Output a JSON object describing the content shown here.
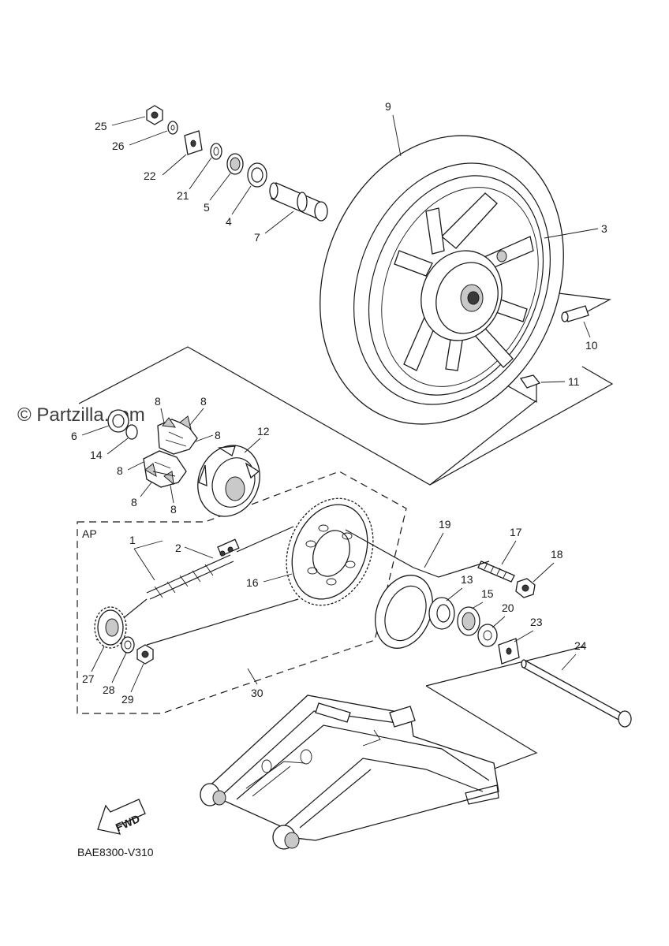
{
  "diagram": {
    "watermark": "© Partzilla.com",
    "part_code": "BAE8300-V310",
    "assembly_label": "AP",
    "direction_label": "FWD",
    "callouts": {
      "c1": "1",
      "c2": "2",
      "c3": "3",
      "c4": "4",
      "c5": "5",
      "c6": "6",
      "c7": "7",
      "c8": "8",
      "c9": "9",
      "c10": "10",
      "c11": "11",
      "c12": "12",
      "c13": "13",
      "c14": "14",
      "c15": "15",
      "c16": "16",
      "c17": "17",
      "c18": "18",
      "c19": "19",
      "c20": "20",
      "c21": "21",
      "c22": "22",
      "c23": "23",
      "c24": "24",
      "c25": "25",
      "c26": "26",
      "c27": "27",
      "c28": "28",
      "c29": "29",
      "c30": "30"
    }
  }
}
